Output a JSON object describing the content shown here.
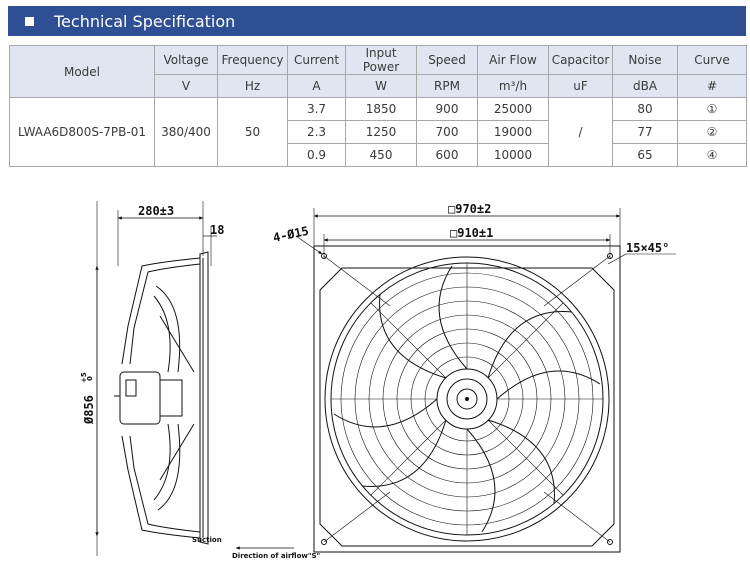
{
  "section": {
    "title": "Technical Specification"
  },
  "table": {
    "columns": [
      {
        "name": "Model",
        "unit": ""
      },
      {
        "name": "Voltage",
        "unit": "V"
      },
      {
        "name": "Frequency",
        "unit": "Hz"
      },
      {
        "name": "Current",
        "unit": "A"
      },
      {
        "name": "Input Power",
        "unit": "W"
      },
      {
        "name": "Speed",
        "unit": "RPM"
      },
      {
        "name": "Air Flow",
        "unit": "m³/h"
      },
      {
        "name": "Capacitor",
        "unit": "uF"
      },
      {
        "name": "Noise",
        "unit": "dBA"
      },
      {
        "name": "Curve",
        "unit": "#"
      }
    ],
    "model": "LWAA6D800S-7PB-01",
    "voltage": "380/400",
    "frequency": "50",
    "capacitor": "/",
    "rows": [
      {
        "current": "3.7",
        "power": "1850",
        "speed": "900",
        "airflow": "25000",
        "noise": "80",
        "curve": "①"
      },
      {
        "current": "2.3",
        "power": "1250",
        "speed": "700",
        "airflow": "19000",
        "noise": "77",
        "curve": "②"
      },
      {
        "current": "0.9",
        "power": "450",
        "speed": "600",
        "airflow": "10000",
        "noise": "65",
        "curve": "④"
      }
    ]
  },
  "drawing": {
    "depth_dim": "280±3",
    "flange_dim": "18",
    "diameter_dim": "Ø856",
    "diameter_tol": "+5",
    "diameter_tol2": "0",
    "suction_label": "Suction",
    "airflow_label": "Direction of airflow\"S\"",
    "outer_dim": "□970±2",
    "inner_dim": "□910±1",
    "holes_label": "4-Ø15",
    "chamfer_label": "15×45°"
  }
}
